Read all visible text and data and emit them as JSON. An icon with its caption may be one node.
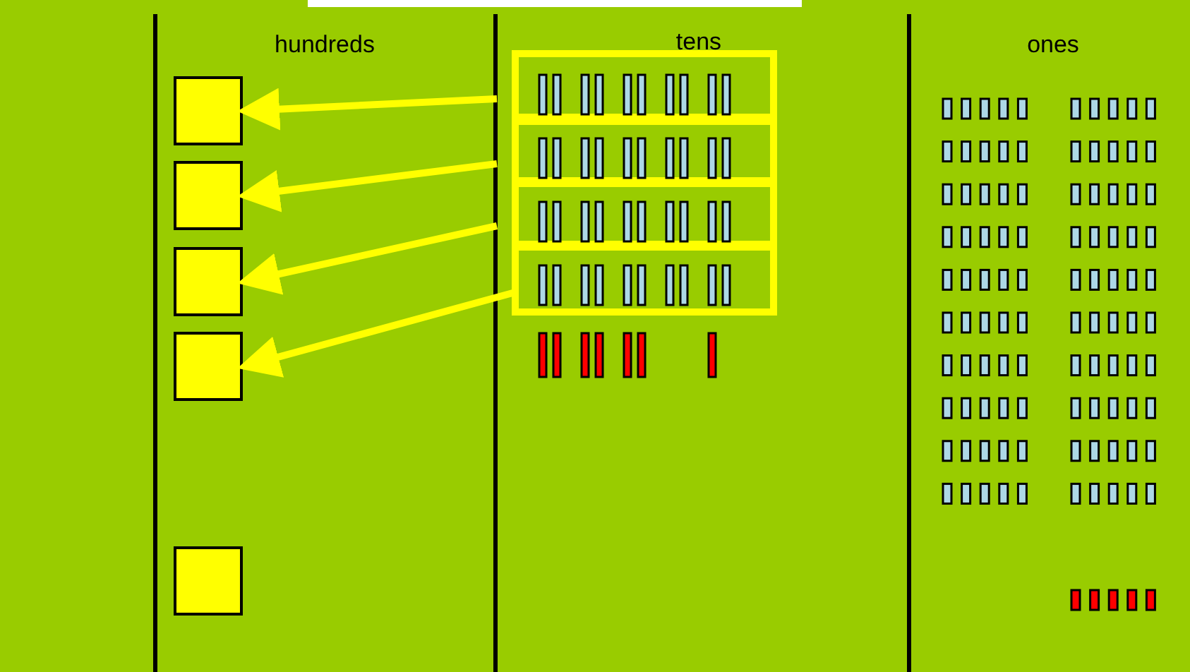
{
  "diagram": {
    "nodes": [
      {
        "text": [],
        "shape": "box"
      },
      {
        "text": [],
        "shape": "box"
      },
      {
        "text": [],
        "shape": "box"
      },
      {
        "text": [],
        "shape": "box"
      },
      {
        "text": [],
        "shape": "box"
      },
      {
        "text": [],
        "shape": "box"
      },
      {
        "text": [],
        "shape": "box"
      },
      {
        "text": [],
        "shape": "box"
      },
      {
        "text": [],
        "shape": "box"
      }
    ],
    "edges": [
      {
        "from": 0,
        "to": 4,
        "arrow": "to"
      },
      {
        "from": 1,
        "to": 5,
        "arrow": "to"
      },
      {
        "from": 2,
        "to": 6,
        "arrow": "to"
      },
      {
        "from": 3,
        "to": 7,
        "arrow": "to"
      }
    ],
    "labels": [
      "hundreds",
      "tens",
      "ones"
    ]
  }
}
